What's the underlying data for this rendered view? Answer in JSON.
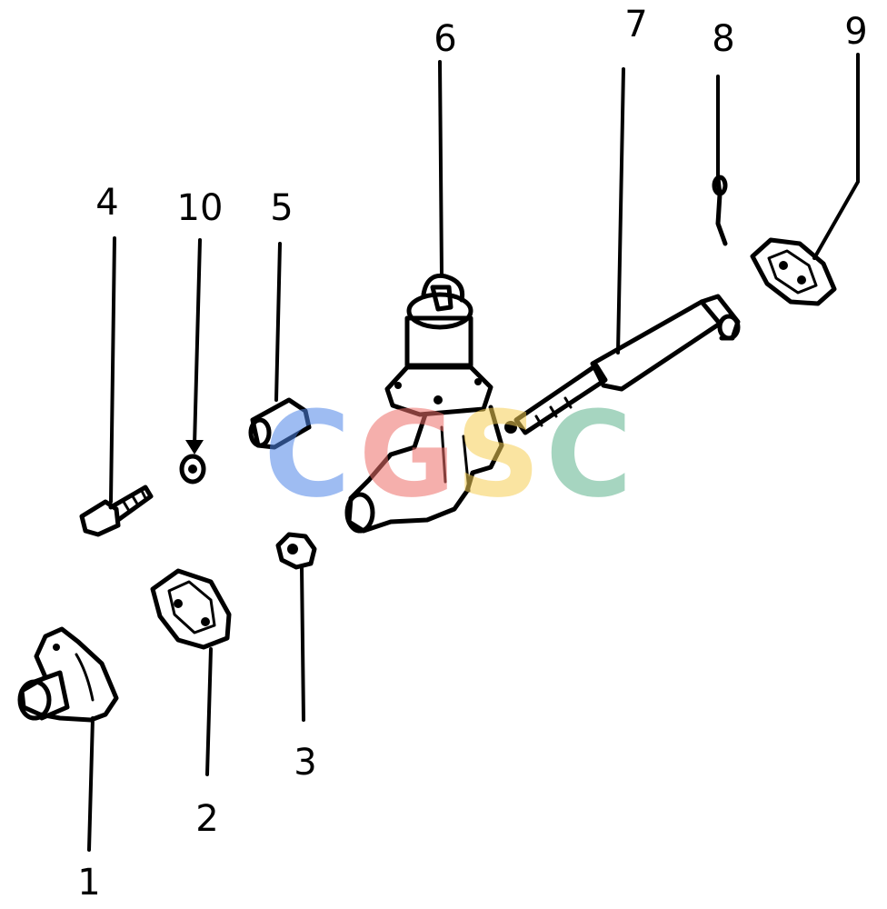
{
  "callouts": [
    "1",
    "2",
    "3",
    "4",
    "5",
    "6",
    "7",
    "8",
    "9",
    "10"
  ],
  "watermark": {
    "letters": [
      "C",
      "G",
      "S",
      "C"
    ],
    "colors": [
      "#4f86e8",
      "#ee6f6a",
      "#f6cf55",
      "#5fb38e"
    ]
  }
}
